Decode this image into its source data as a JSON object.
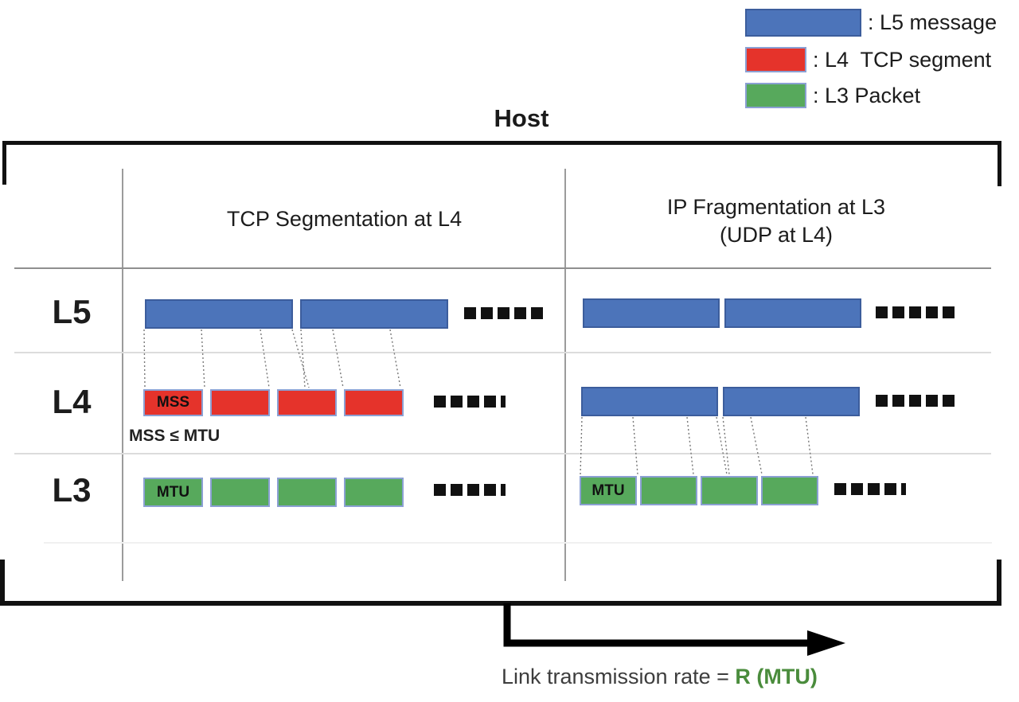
{
  "title": "Host",
  "legend": {
    "items": [
      {
        "label": ": L5 message",
        "swatch": "blue",
        "wide": true
      },
      {
        "label": ": L4  TCP segment",
        "swatch": "red",
        "wide": false
      },
      {
        "label": ": L3 Packet",
        "swatch": "green",
        "wide": false
      }
    ]
  },
  "columns": [
    {
      "title": "TCP Segmentation at L4",
      "subtitle": ""
    },
    {
      "title": "IP Fragmentation at L3",
      "subtitle": "(UDP at L4)"
    }
  ],
  "row_labels": [
    "L5",
    "L4",
    "L3"
  ],
  "cells": {
    "left_l5": {
      "boxes": [
        {
          "color": "blue"
        },
        {
          "color": "blue"
        }
      ],
      "dashes": [
        "full",
        "full",
        "full",
        "full",
        "full"
      ]
    },
    "left_l4": {
      "boxes": [
        {
          "color": "red",
          "label": "MSS"
        },
        {
          "color": "red"
        },
        {
          "color": "red"
        },
        {
          "color": "red"
        }
      ],
      "dashes": [
        "full",
        "full",
        "full",
        "full",
        "thin"
      ]
    },
    "left_l3": {
      "boxes": [
        {
          "color": "green",
          "label": "MTU"
        },
        {
          "color": "green"
        },
        {
          "color": "green"
        },
        {
          "color": "green"
        }
      ],
      "dashes": [
        "full",
        "full",
        "full",
        "full",
        "thin"
      ]
    },
    "right_l5": {
      "boxes": [
        {
          "color": "blue"
        },
        {
          "color": "blue"
        }
      ],
      "dashes": [
        "full",
        "full",
        "full",
        "full",
        "full"
      ]
    },
    "right_l4": {
      "boxes": [
        {
          "color": "blue"
        },
        {
          "color": "blue"
        }
      ],
      "dashes": [
        "full",
        "full",
        "full",
        "full",
        "full"
      ]
    },
    "right_l3": {
      "boxes": [
        {
          "color": "green",
          "label": "MTU"
        },
        {
          "color": "green"
        },
        {
          "color": "green"
        },
        {
          "color": "green"
        }
      ],
      "dashes": [
        "full",
        "full",
        "full",
        "full",
        "thin"
      ]
    }
  },
  "notes": {
    "mss_note": "MSS ≤ MTU"
  },
  "footer": {
    "prefix": "Link transmission rate = ",
    "highlight": "R (MTU)"
  },
  "colors": {
    "blue_fill": "#4c74ba",
    "blue_border": "#3c5d9c",
    "red_fill": "#e5332b",
    "red_border": "#8ba0d3",
    "green_fill": "#57a95c",
    "green_border": "#8ba0d3",
    "green_text": "#4a8c3c",
    "dash": "#111111"
  }
}
